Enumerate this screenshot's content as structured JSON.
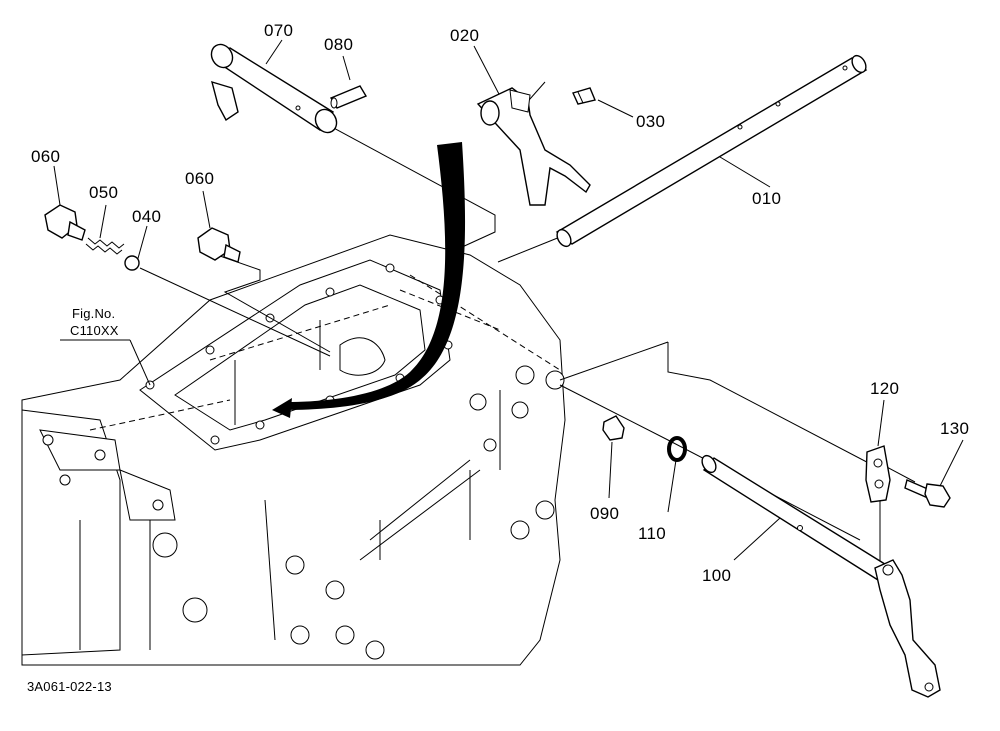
{
  "diagram": {
    "parts": [
      {
        "number": "010"
      },
      {
        "number": "020"
      },
      {
        "number": "030"
      },
      {
        "number": "040"
      },
      {
        "number": "050"
      },
      {
        "number": "060"
      },
      {
        "number": "060"
      },
      {
        "number": "070"
      },
      {
        "number": "080"
      },
      {
        "number": "090"
      },
      {
        "number": "100"
      },
      {
        "number": "110"
      },
      {
        "number": "120"
      },
      {
        "number": "130"
      }
    ],
    "figure_ref": {
      "line1": "Fig.No.",
      "line2": "C110XX"
    },
    "drawing_code": "3A061-022-13"
  }
}
